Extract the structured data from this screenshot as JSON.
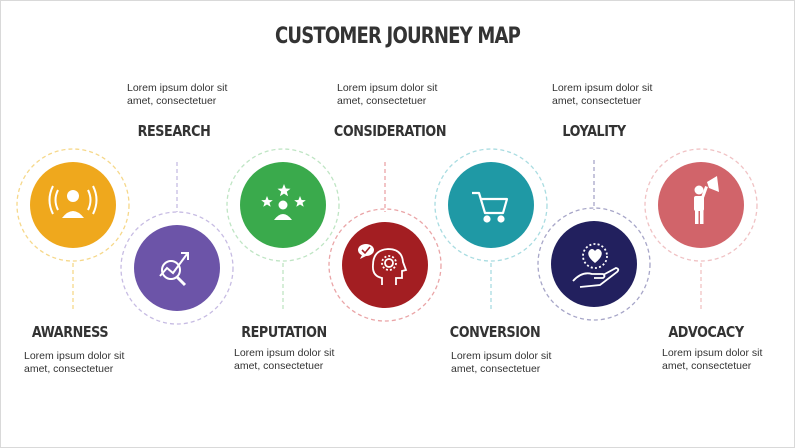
{
  "title": "CUSTOMER JOURNEY MAP",
  "stages": [
    {
      "name": "AWARNESS",
      "description_line1": "Lorem ipsum dolor sit",
      "description_line2": "amet, consectetuer",
      "color": "#EFA81D",
      "icon": "person-broadcast-icon"
    },
    {
      "name": "RESEARCH",
      "description_line1": "Lorem ipsum dolor sit",
      "description_line2": "amet, consectetuer",
      "color": "#6C54A8",
      "icon": "magnifier-chart-icon"
    },
    {
      "name": "REPUTATION",
      "description_line1": "Lorem ipsum dolor sit",
      "description_line2": "amet, consectetuer",
      "color": "#3AAA4C",
      "icon": "person-stars-icon"
    },
    {
      "name": "CONSIDERATION",
      "description_line1": "Lorem ipsum dolor sit",
      "description_line2": "amet, consectetuer",
      "color": "#A31E22",
      "icon": "head-thinking-icon"
    },
    {
      "name": "CONVERSION",
      "description_line1": "Lorem ipsum dolor sit",
      "description_line2": "amet, consectetuer",
      "color": "#1F99A5",
      "icon": "shopping-cart-icon"
    },
    {
      "name": "LOYALITY",
      "description_line1": "Lorem ipsum dolor sit",
      "description_line2": "amet, consectetuer",
      "color": "#22205E",
      "icon": "hand-heart-icon"
    },
    {
      "name": "ADVOCACY",
      "description_line1": "Lorem ipsum dolor sit",
      "description_line2": "amet, consectetuer",
      "color": "#D1646A",
      "icon": "person-megaphone-icon"
    }
  ]
}
